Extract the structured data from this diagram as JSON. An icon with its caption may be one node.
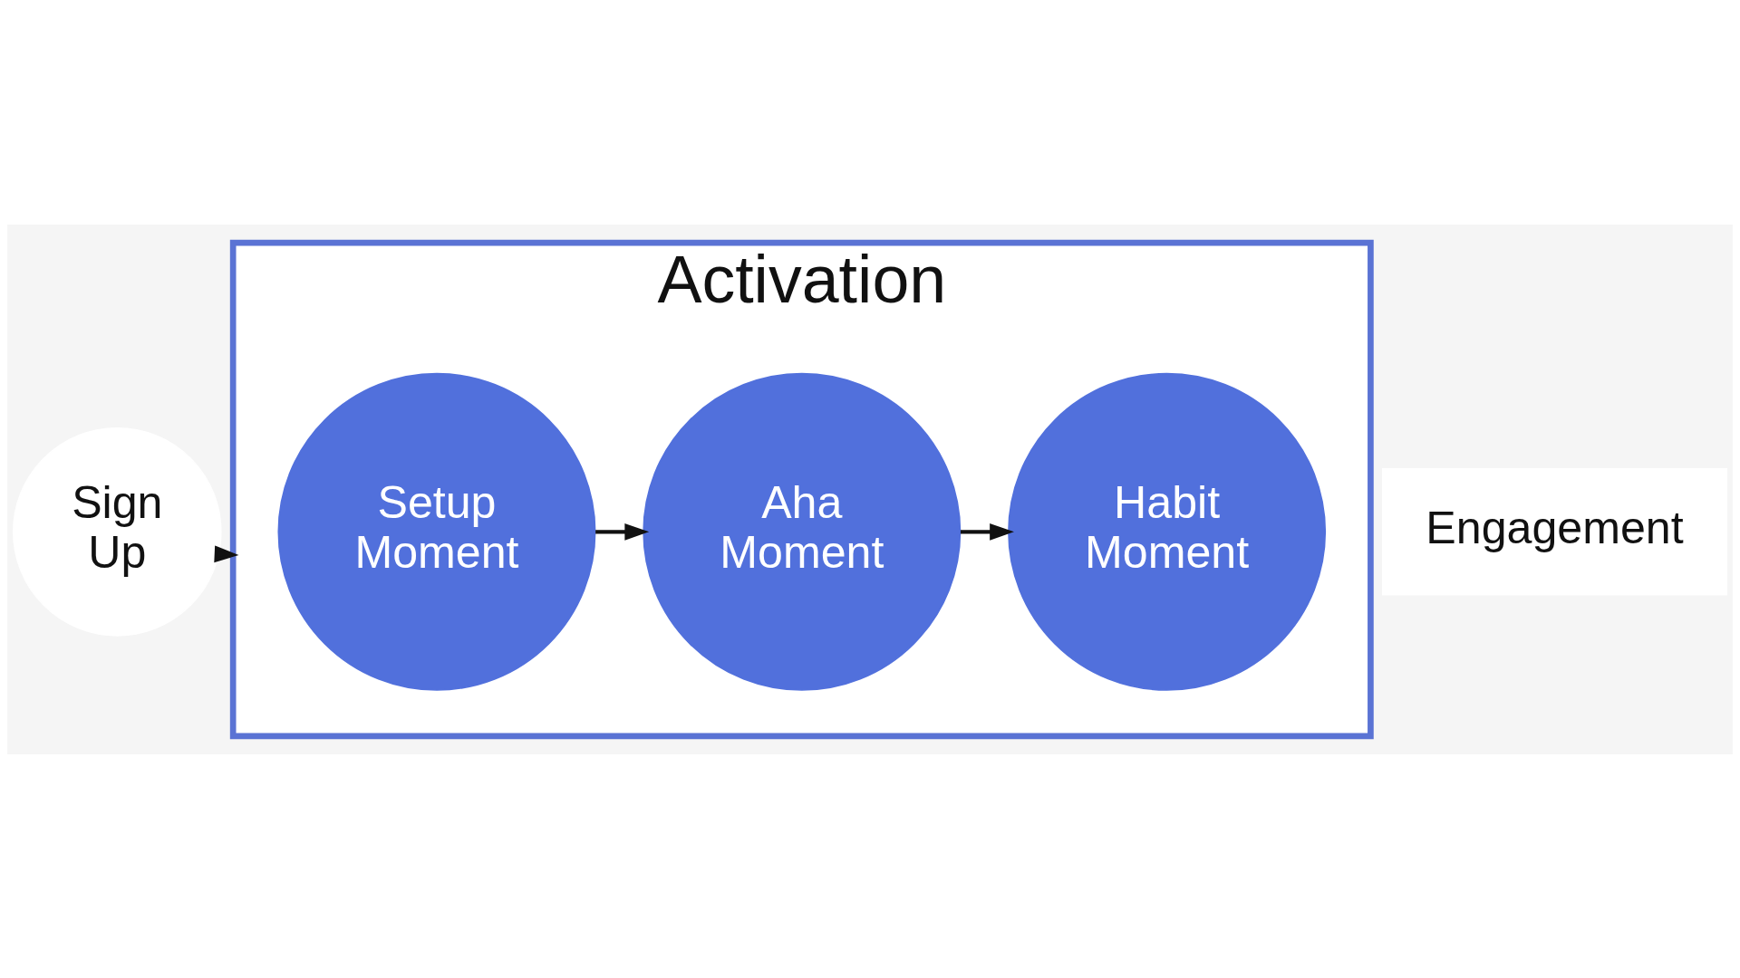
{
  "diagram": {
    "nodes": [
      {
        "text": [
          "Sign Up"
        ]
      },
      {
        "text": [
          "Activation"
        ]
      },
      {
        "text": [
          "Setup Moment"
        ],
        "in": 1
      },
      {
        "text": [
          "Aha Moment"
        ],
        "in": 1
      },
      {
        "text": [
          "Habit Moment"
        ],
        "in": 1
      },
      {
        "text": [
          "Engagement"
        ]
      }
    ],
    "edges": [
      {
        "from": 0,
        "to": 1,
        "arrow": "to"
      },
      {
        "from": 2,
        "to": 3,
        "arrow": "to"
      },
      {
        "from": 3,
        "to": 4,
        "arrow": "to"
      }
    ]
  }
}
